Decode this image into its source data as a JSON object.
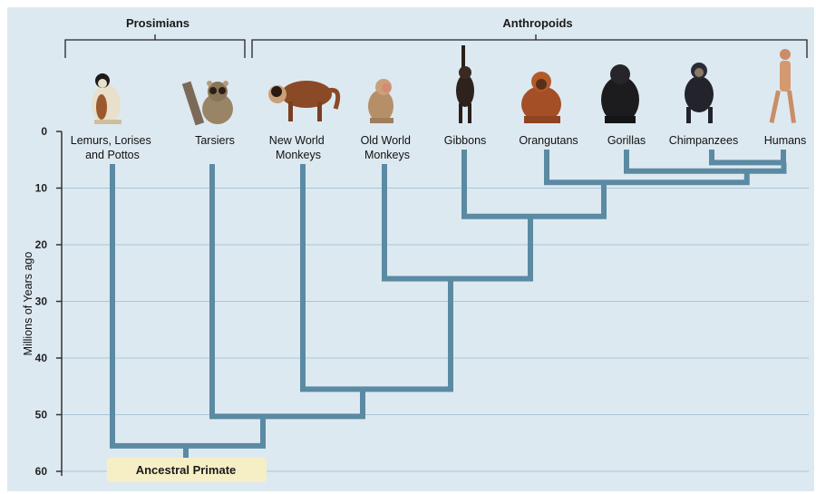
{
  "clades": [
    {
      "id": "prosimians",
      "label": "Prosimians"
    },
    {
      "id": "anthropoids",
      "label": "Anthropoids"
    }
  ],
  "axis": {
    "title": "Millions of Years ago",
    "ticks": [
      "0",
      "10",
      "20",
      "30",
      "40",
      "50",
      "60"
    ]
  },
  "taxa": [
    {
      "id": "lemurs",
      "lines": [
        "Lemurs, Lorises",
        "and Pottos"
      ],
      "image": "lemur-icon"
    },
    {
      "id": "tarsiers",
      "lines": [
        "Tarsiers"
      ],
      "image": "tarsier-icon"
    },
    {
      "id": "new-world-monkeys",
      "lines": [
        "New World",
        "Monkeys"
      ],
      "image": "capuchin-monkey-icon"
    },
    {
      "id": "old-world-monkeys",
      "lines": [
        "Old World",
        "Monkeys"
      ],
      "image": "macaque-icon"
    },
    {
      "id": "gibbons",
      "lines": [
        "Gibbons"
      ],
      "image": "gibbon-icon"
    },
    {
      "id": "orangutans",
      "lines": [
        "Orangutans"
      ],
      "image": "orangutan-icon"
    },
    {
      "id": "gorillas",
      "lines": [
        "Gorillas"
      ],
      "image": "gorilla-icon"
    },
    {
      "id": "chimpanzees",
      "lines": [
        "Chimpanzees"
      ],
      "image": "chimpanzee-icon"
    },
    {
      "id": "humans",
      "lines": [
        "Humans"
      ],
      "image": "human-icon"
    }
  ],
  "divergences_mya": {
    "root": 55.5,
    "tarsiers_anthropoids": 50.3,
    "new_world_old_world": 45.5,
    "old_world_monkeys_apes": 26,
    "gibbons_great_apes": 15,
    "orangutans_african_apes": 9,
    "gorillas_chimp_human": 7,
    "chimpanzees_humans": 5.5
  },
  "root_label": "Ancestral Primate",
  "colors": {
    "background": "#dde9f1",
    "gridline": "#aac5d7",
    "branch": "#5b8aa3",
    "root_box": "#f6efc6",
    "bracket": "#222222"
  }
}
